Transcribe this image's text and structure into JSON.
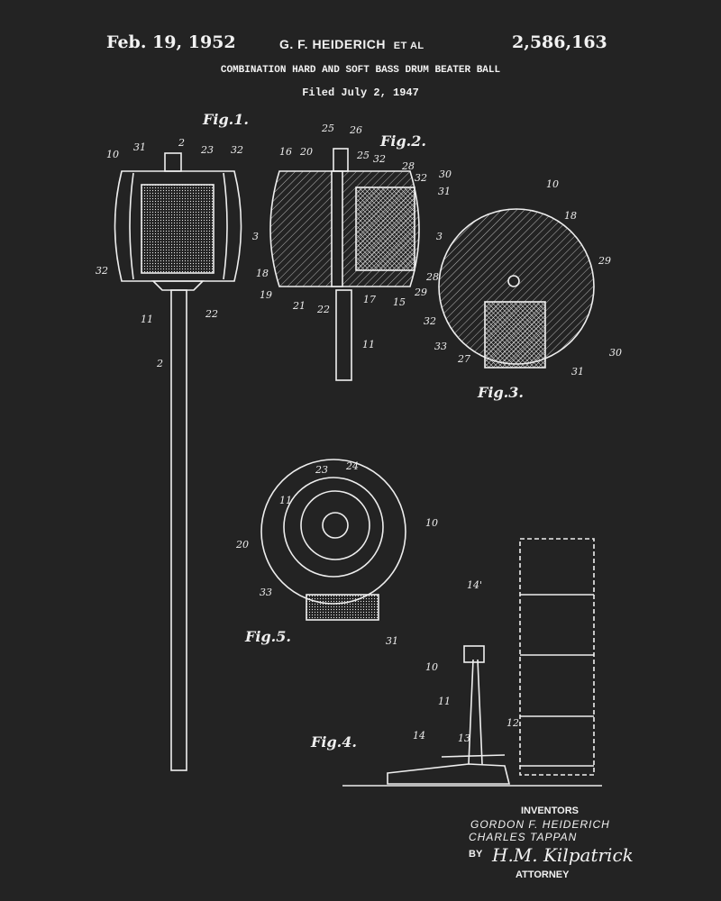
{
  "header": {
    "date": "Feb. 19, 1952",
    "inventor": "G. F. HEIDERICH",
    "et_al": "ET AL",
    "patent_number": "2,586,163",
    "title": "COMBINATION HARD AND SOFT BASS DRUM BEATER BALL",
    "filed": "Filed July 2, 1947"
  },
  "fig1": {
    "title": "Fig.1.",
    "labels": [
      "31",
      "2",
      "23",
      "32",
      "10",
      "3",
      "32",
      "22",
      "11",
      "2"
    ]
  },
  "fig2": {
    "title": "Fig.2.",
    "labels": [
      "25",
      "26",
      "16",
      "20",
      "25",
      "32",
      "28",
      "30",
      "32",
      "31",
      "3",
      "18",
      "19",
      "21",
      "22",
      "17",
      "15",
      "29",
      "28",
      "11"
    ]
  },
  "fig3": {
    "title": "Fig.3.",
    "labels": [
      "10",
      "18",
      "29",
      "32",
      "33",
      "27",
      "30",
      "31"
    ]
  },
  "fig5": {
    "title": "Fig.5.",
    "labels": [
      "23",
      "24",
      "11",
      "20",
      "10",
      "33",
      "31"
    ]
  },
  "fig4": {
    "title": "Fig.4.",
    "labels": [
      "14'",
      "10",
      "11",
      "12",
      "13",
      "14"
    ]
  },
  "signature": {
    "inventors_label": "INVENTORS",
    "name1": "GORDON  F. HEIDERICH",
    "name2": "CHARLES TAPPAN",
    "by": "BY",
    "attorney_signature": "H.M. Kilpatrick",
    "attorney_label": "ATTORNEY"
  }
}
